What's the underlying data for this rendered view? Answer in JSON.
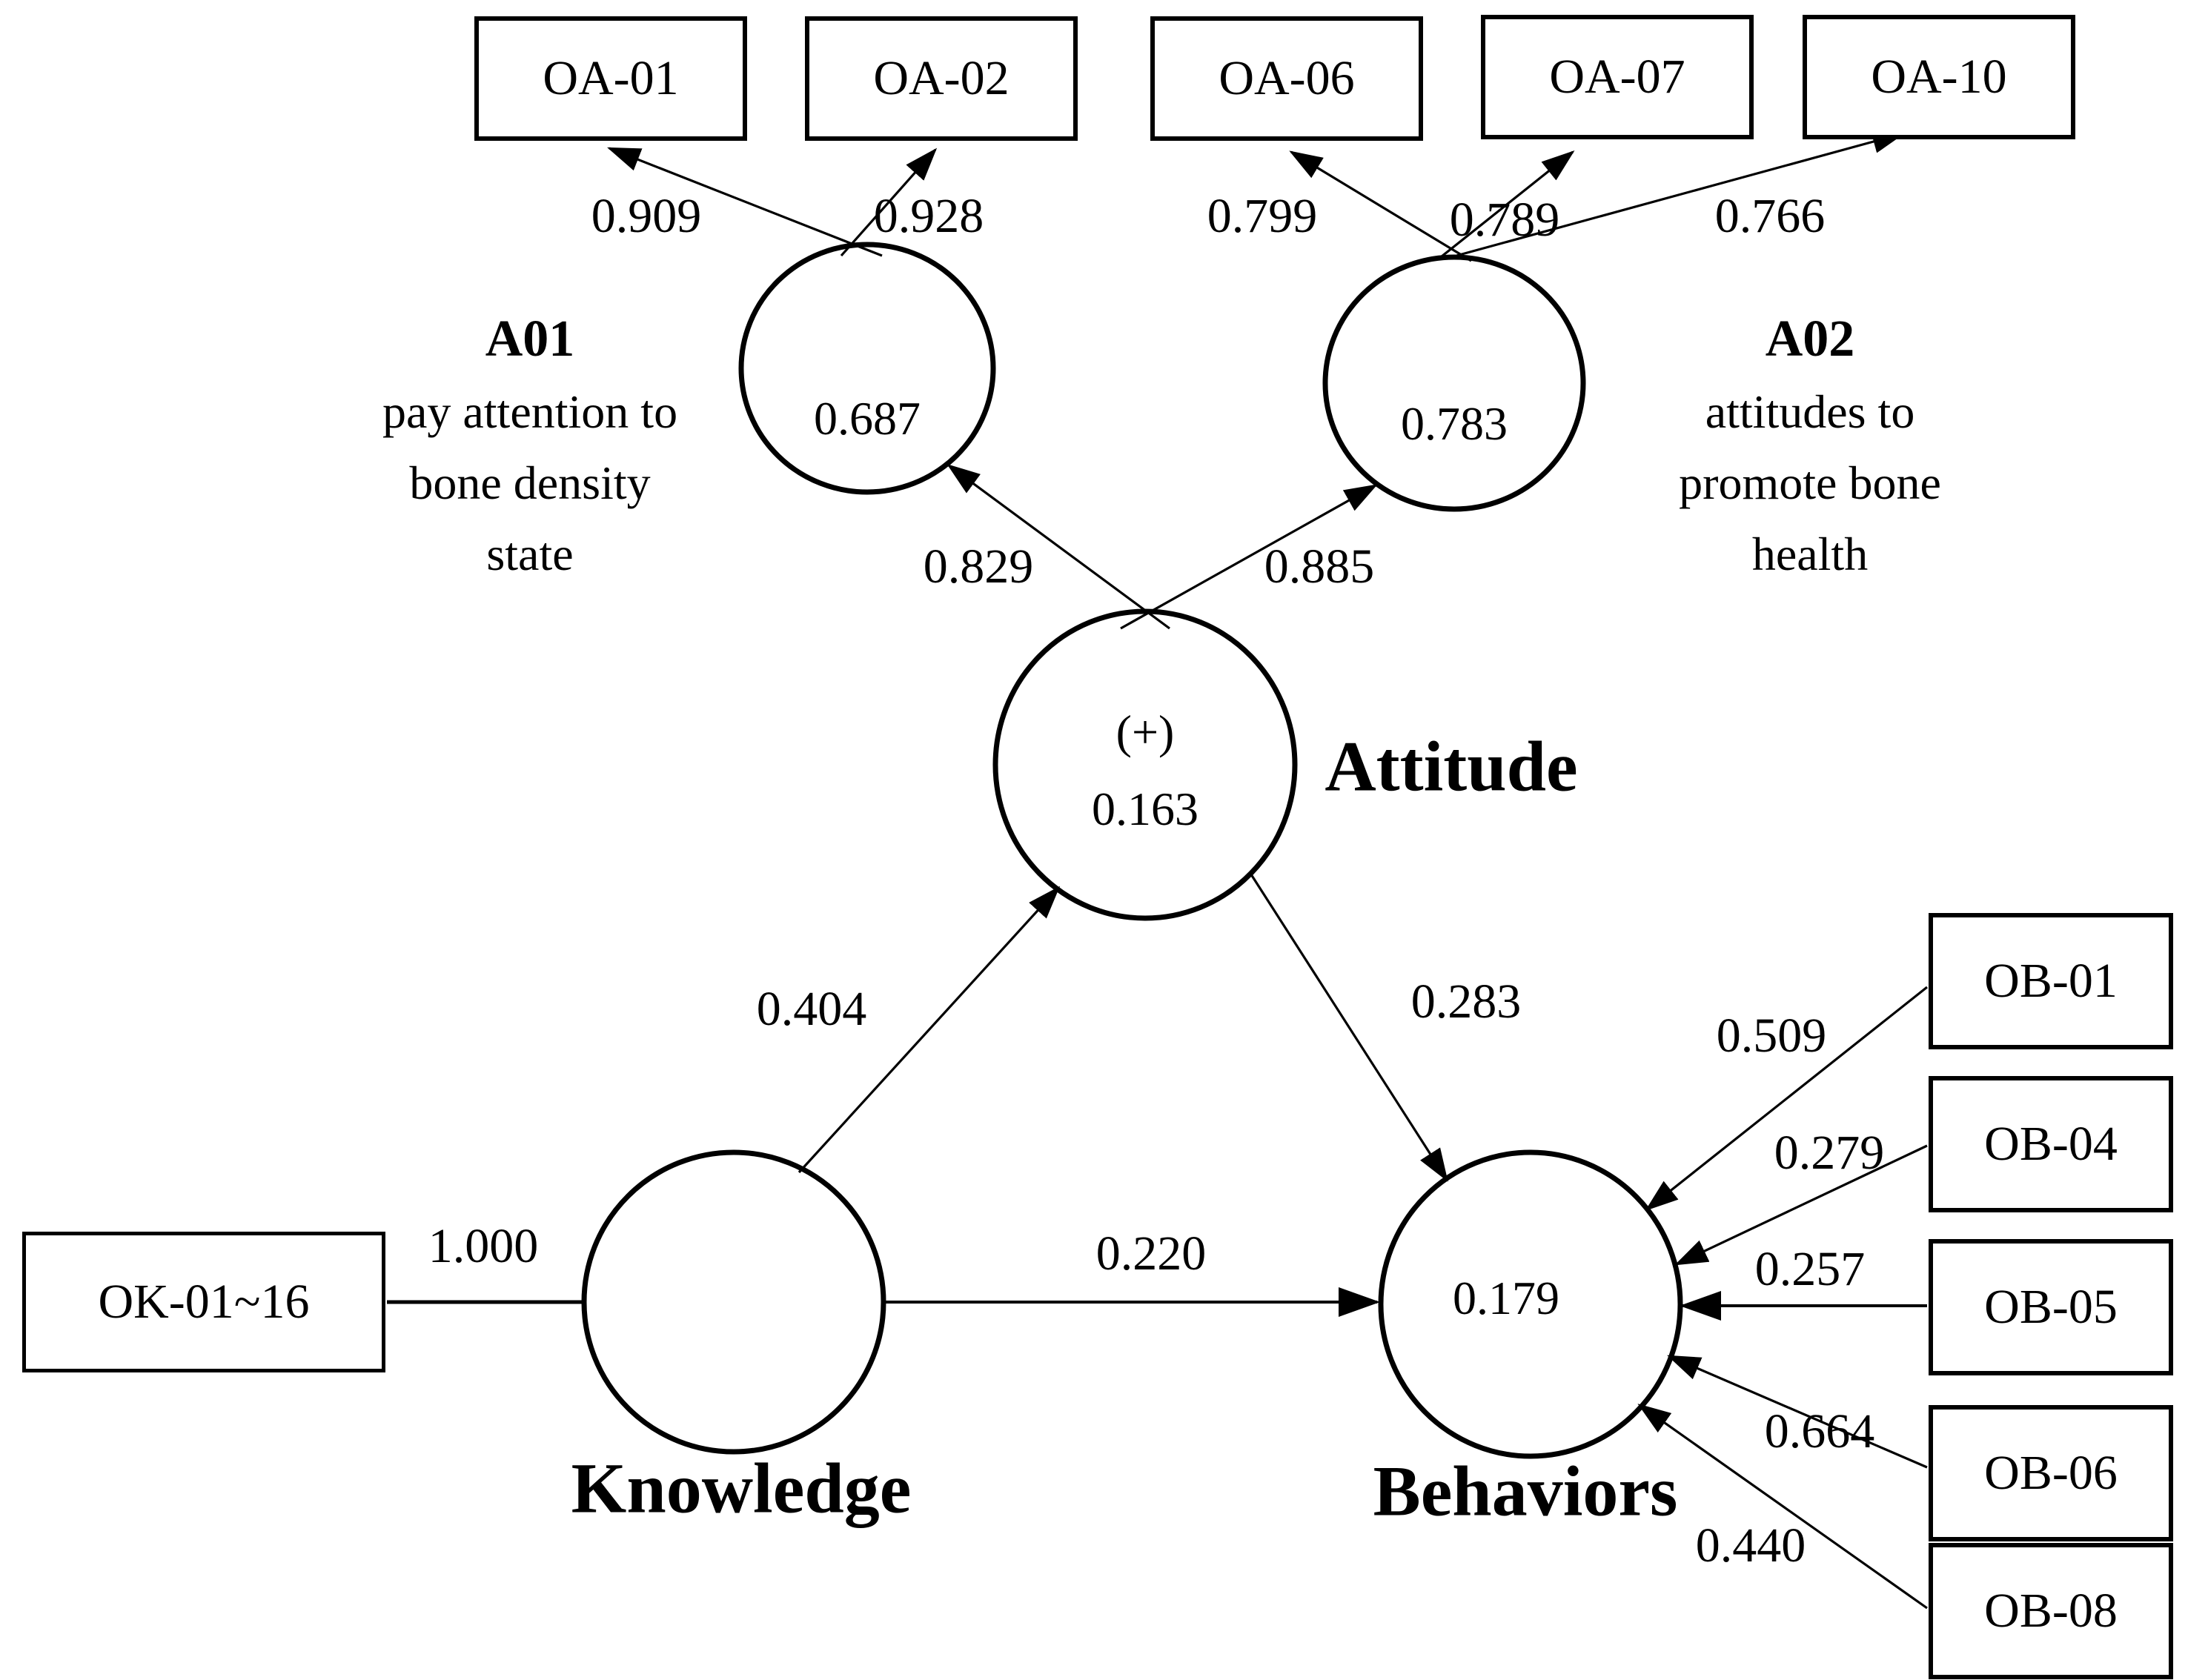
{
  "figure": {
    "type": "sem-path-diagram",
    "background": "#ffffff",
    "ink": "#000000"
  },
  "latents": {
    "a01": {
      "value": "0.687"
    },
    "a02": {
      "value": "0.783"
    },
    "attitude": {
      "sign": "(+)",
      "value": "0.163",
      "name": "Attitude"
    },
    "knowledge": {
      "name": "Knowledge"
    },
    "behaviors": {
      "value": "0.179",
      "name": "Behaviors"
    }
  },
  "side_labels": {
    "a01": {
      "code": "A01",
      "line1": "pay attention to",
      "line2": "bone density",
      "line3": "state"
    },
    "a02": {
      "code": "A02",
      "line1": "attitudes to",
      "line2": "promote bone",
      "line3": "health"
    }
  },
  "indicators": {
    "oa01": {
      "id": "OA-01",
      "loading": "0.909"
    },
    "oa02": {
      "id": "OA-02",
      "loading": "0.928"
    },
    "oa06": {
      "id": "OA-06",
      "loading": "0.799"
    },
    "oa07": {
      "id": "OA-07",
      "loading": "0.789"
    },
    "oa10": {
      "id": "OA-10",
      "loading": "0.766"
    },
    "ok": {
      "id": "OK-01~16",
      "loading": "1.000"
    },
    "ob01": {
      "id": "OB-01",
      "loading": "0.509"
    },
    "ob04": {
      "id": "OB-04",
      "loading": "0.279"
    },
    "ob05": {
      "id": "OB-05",
      "loading": "0.257"
    },
    "ob06": {
      "id": "OB-06",
      "loading": "0.664"
    },
    "ob08": {
      "id": "OB-08",
      "loading": "0.440"
    }
  },
  "paths": {
    "knowledge_attitude": "0.404",
    "attitude_behaviors": "0.283",
    "knowledge_behaviors": "0.220",
    "attitude_a01": "0.829",
    "attitude_a02": "0.885"
  }
}
